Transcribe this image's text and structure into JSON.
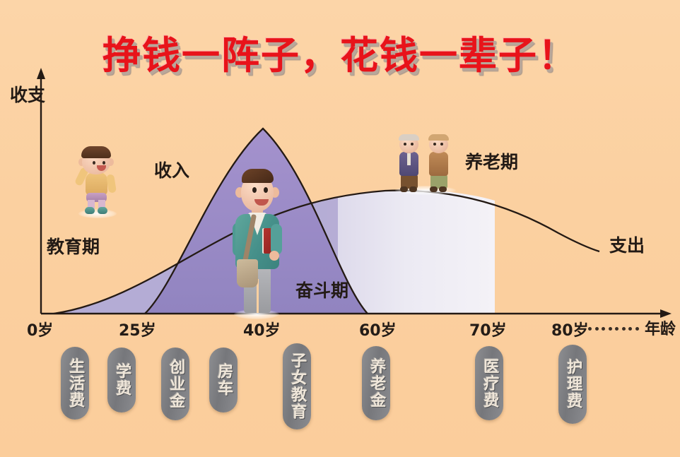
{
  "title": "挣钱一阵子，花钱一辈子！",
  "axes": {
    "y_label": "收支",
    "x_label": "年龄",
    "x_ticks": [
      "0岁",
      "25岁",
      "40岁",
      "60岁",
      "70岁",
      "80岁"
    ]
  },
  "curve_labels": {
    "income": "收入",
    "expense": "支出"
  },
  "stage_labels": {
    "education": "教育期",
    "struggle": "奋斗期",
    "retirement": "养老期"
  },
  "pills": [
    {
      "label": "生活费"
    },
    {
      "label": "学费"
    },
    {
      "label": "创业金"
    },
    {
      "label": "房车"
    },
    {
      "label": "子女教育"
    },
    {
      "label": "养老金"
    },
    {
      "label": "医疗费"
    },
    {
      "label": "护理费"
    }
  ],
  "figures": {
    "child": "child-figure",
    "businessman": "businessman-figure",
    "elderly_couple": "elderly-couple-figure"
  },
  "colors": {
    "background": "#fbd1a2",
    "title_red": "#e8131a",
    "income_fill": "#9b89c6",
    "expense_fill": "#c7c1e0",
    "curve_stroke": "#241a14",
    "pill_gray": "#7b7c80"
  },
  "chart_data": {
    "type": "area",
    "title": "挣钱一阵子，花钱一辈子！",
    "xlabel": "年龄",
    "ylabel": "收支",
    "xlim": [
      0,
      85
    ],
    "ylim": [
      0,
      100
    ],
    "grid": false,
    "legend": "inline-annotations",
    "x_tick_values": [
      0,
      25,
      40,
      60,
      70,
      80
    ],
    "x_tick_labels": [
      "0岁",
      "25岁",
      "40岁",
      "60岁",
      "70岁",
      "80岁"
    ],
    "series": [
      {
        "name": "收入",
        "type": "area",
        "fill": "#9b89c6",
        "x": [
          14,
          20,
          25,
          30,
          35,
          40,
          45,
          50,
          55,
          58,
          60
        ],
        "values": [
          0,
          22,
          42,
          64,
          82,
          92,
          86,
          68,
          36,
          14,
          0
        ]
      },
      {
        "name": "支出",
        "type": "area",
        "fill": "#c7c1e0",
        "x": [
          0,
          10,
          20,
          30,
          40,
          50,
          55,
          60,
          65,
          70,
          75,
          80,
          85
        ],
        "values": [
          0,
          18,
          34,
          47,
          57,
          63,
          64,
          64,
          62,
          58,
          52,
          44,
          36
        ]
      }
    ],
    "annotations": [
      {
        "text": "教育期",
        "x": 6,
        "y": 40
      },
      {
        "text": "奋斗期",
        "x": 42,
        "y": 14
      },
      {
        "text": "养老期",
        "x": 70,
        "y": 82
      },
      {
        "text": "收入",
        "x": 22,
        "y": 68
      },
      {
        "text": "支出",
        "x": 84,
        "y": 40
      }
    ],
    "cost_milestones": [
      "生活费",
      "学费",
      "创业金",
      "房车",
      "子女教育",
      "养老金",
      "医疗费",
      "护理费"
    ]
  }
}
